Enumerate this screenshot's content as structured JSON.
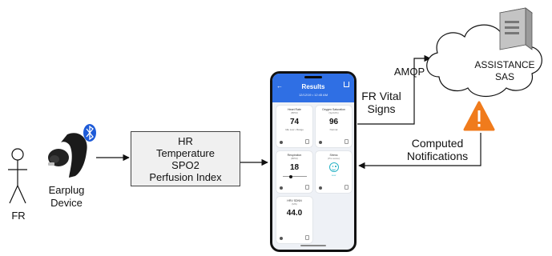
{
  "actors": {
    "fr_label": "FR"
  },
  "earplug": {
    "label_line1": "Earplug",
    "label_line2": "Device"
  },
  "vitals_box": {
    "lines": [
      "HR",
      "Temperature",
      "SPO2",
      "Perfusion Index"
    ]
  },
  "phone": {
    "title": "Results",
    "subtitle": "12/12/19  •  12:45 AM",
    "cards": [
      {
        "title": "Heart Rate",
        "unit": "(BPM)",
        "value": "74",
        "note": "Idle Low • Range"
      },
      {
        "title": "Oxygen Saturation",
        "unit": "(SpO2%)",
        "value": "96",
        "note": "Normal"
      },
      {
        "title": "Respiration",
        "unit": "(BPM)",
        "value": "18",
        "note": ""
      },
      {
        "title": "Stress",
        "unit": "(Pro score)",
        "value": "",
        "note": "Low"
      },
      {
        "title": "HRV SDNN",
        "unit": "(MS)",
        "value": "44.0",
        "note": ""
      }
    ]
  },
  "edges": {
    "fr_vital_line1": "FR Vital",
    "fr_vital_line2": "Signs",
    "amqp": "AMQP",
    "computed_line1": "Computed",
    "computed_line2": "Notifications"
  },
  "cloud": {
    "label_line1": "ASSISTANCE",
    "label_line2": "SAS"
  },
  "icons": [
    "bluetooth-icon",
    "person-icon",
    "earpiece-icon",
    "server-icon",
    "warning-icon",
    "smiley-icon"
  ],
  "colors": {
    "bluetooth": "#1e5bd8",
    "warning": "#f07b1c",
    "phone_header": "#2f6fe4"
  }
}
